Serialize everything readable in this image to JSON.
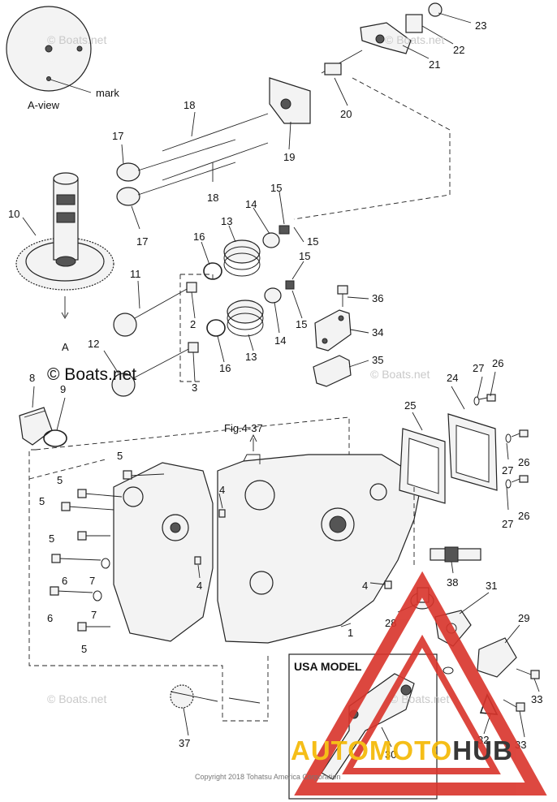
{
  "view_labels": {
    "a_view": "A-view",
    "mark": "mark",
    "arrow_a": "A",
    "fig_ref": "Fig.4-37",
    "usa_model": "USA MODEL"
  },
  "watermarks": {
    "boats_main": "© Boats.net",
    "boats_faint": "© Boats.net"
  },
  "copyright": "Copyright 2018 Tohatsu America Corporation",
  "logo": {
    "auto": "AUTO",
    "moto": "MOTO",
    "hub": "HUB",
    "color_auto": "#f5b800",
    "color_moto": "#f5b800",
    "color_hub": "#222222",
    "color_triangle": "#d9342b"
  },
  "parts": {
    "p1": "1",
    "p2": "2",
    "p3": "3",
    "p4a": "4",
    "p4b": "4",
    "p4c": "4",
    "p5a": "5",
    "p5b": "5",
    "p5c": "5",
    "p5d": "5",
    "p5e": "5",
    "p6a": "6",
    "p6b": "6",
    "p7a": "7",
    "p7b": "7",
    "p8": "8",
    "p9": "9",
    "p10": "10",
    "p11": "11",
    "p12": "12",
    "p13a": "13",
    "p13b": "13",
    "p14a": "14",
    "p14b": "14",
    "p15a": "15",
    "p15b": "15",
    "p15c": "15",
    "p15d": "15",
    "p16a": "16",
    "p16b": "16",
    "p17a": "17",
    "p17b": "17",
    "p18a": "18",
    "p18b": "18",
    "p19": "19",
    "p20": "20",
    "p21": "21",
    "p22": "22",
    "p23": "23",
    "p24": "24",
    "p25": "25",
    "p26a": "26",
    "p26b": "26",
    "p26c": "26",
    "p27a": "27",
    "p27b": "27",
    "p27c": "27",
    "p28": "28",
    "p29": "29",
    "p30": "30",
    "p31": "31",
    "p32": "32",
    "p33a": "33",
    "p33b": "33",
    "p34": "34",
    "p35": "35",
    "p36": "36",
    "p37": "37",
    "p38": "38"
  }
}
